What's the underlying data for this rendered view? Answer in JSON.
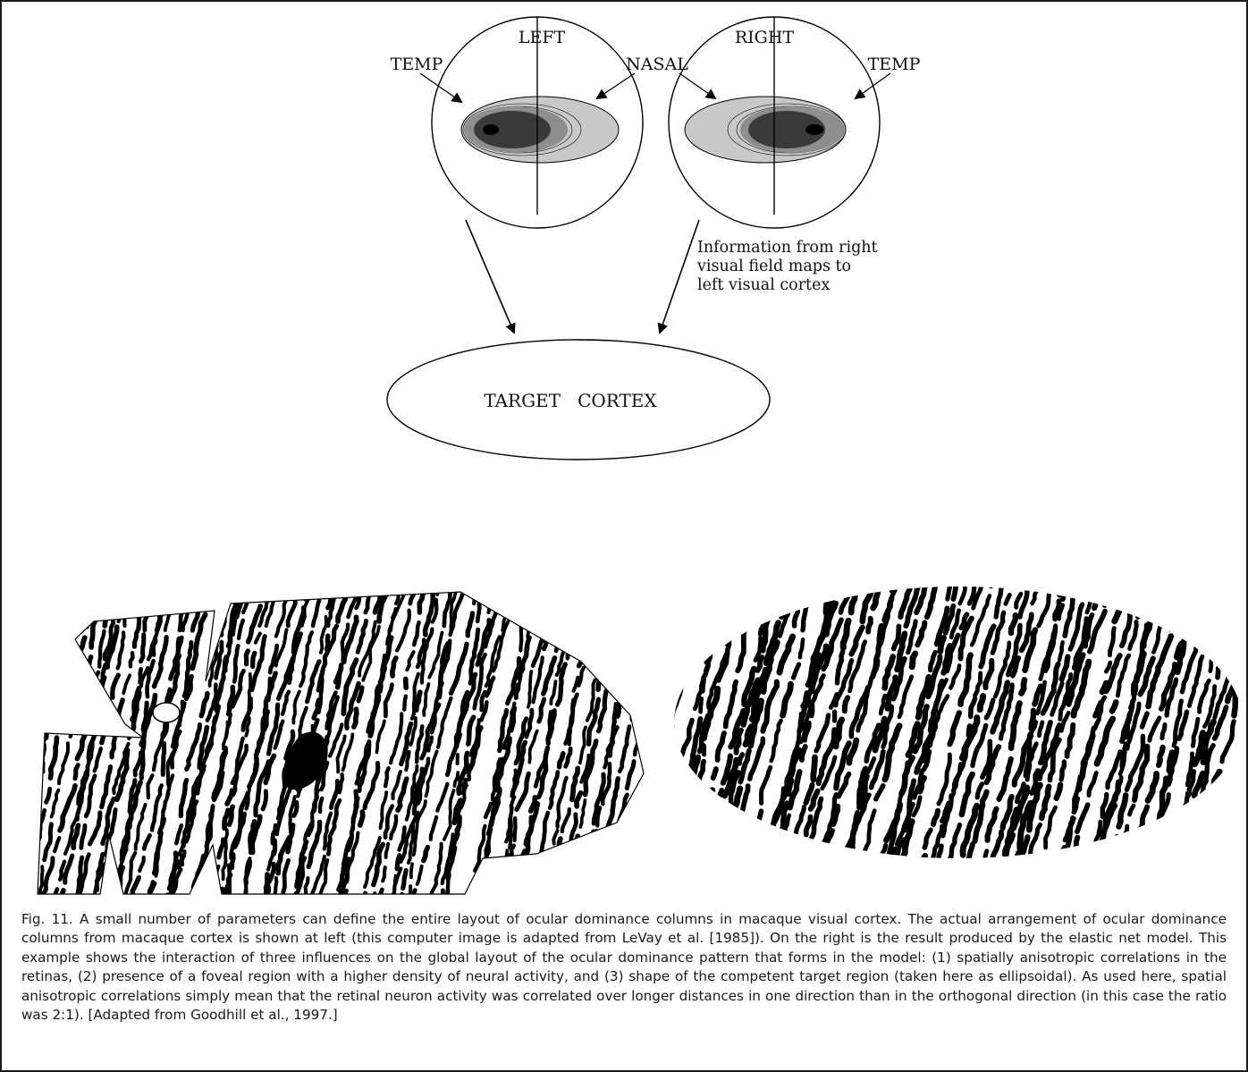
{
  "diagram": {
    "labels": {
      "left_eye": "LEFT",
      "right_eye": "RIGHT",
      "temp_left": "TEMP",
      "nasal": "NASAL",
      "temp_right": "TEMP",
      "annotation_line1": "Information from right",
      "annotation_line2": "visual field maps to",
      "annotation_line3": "left visual cortex",
      "target": "TARGET   CORTEX"
    },
    "colors": {
      "outer_field": "#c8c8c8",
      "middle_field": "#8e8e8e",
      "inner_field": "#3a3a3a",
      "fovea": "#000000",
      "stripe_ink": "#000000"
    }
  },
  "caption": {
    "text": "Fig. 11.   A small number of parameters can define the entire layout of ocular dominance columns in macaque visual cortex. The actual arrangement of ocular dominance columns from macaque cortex is shown at left (this computer image is adapted from LeVay et al. [1985]). On the right is the result produced by the elastic net model. This example shows the interaction of three influences on the global layout of the ocular dominance pattern that forms in the model: (1) spatially anisotropic correlations in the retinas, (2) presence of a foveal region with a higher density of neural activity, and (3) shape of the competent target region (taken here as ellipsoidal). As used here, spatial anisotropic correlations simply mean that the retinal neuron activity was correlated over longer distances in one direction than in the orthogonal direction (in this case the ratio was 2:1). [Adapted from Goodhill et al., 1997.]"
  }
}
